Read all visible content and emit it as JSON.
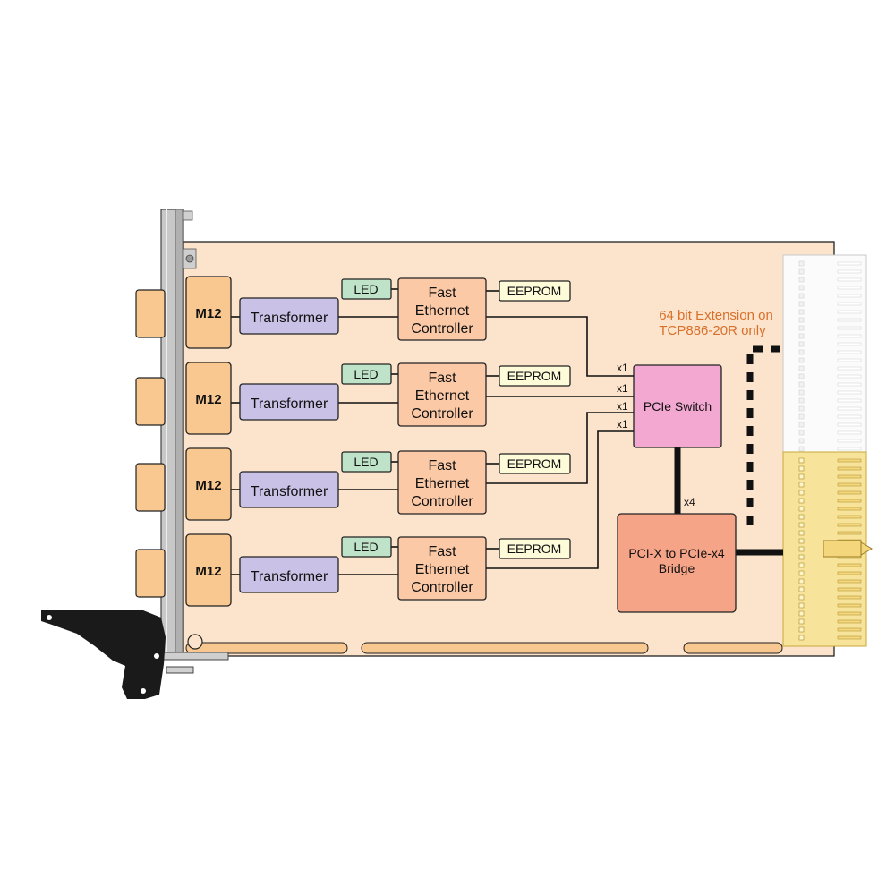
{
  "channels": [
    {
      "m12": "M12",
      "transformer": "Transformer",
      "led": "LED",
      "controller": [
        "Fast",
        "Ethernet",
        "Controller"
      ],
      "eeprom": "EEPROM",
      "link": "x1"
    },
    {
      "m12": "M12",
      "transformer": "Transformer",
      "led": "LED",
      "controller": [
        "Fast",
        "Ethernet",
        "Controller"
      ],
      "eeprom": "EEPROM",
      "link": "x1"
    },
    {
      "m12": "M12",
      "transformer": "Transformer",
      "led": "LED",
      "controller": [
        "Fast",
        "Ethernet",
        "Controller"
      ],
      "eeprom": "EEPROM",
      "link": "x1"
    },
    {
      "m12": "M12",
      "transformer": "Transformer",
      "led": "LED",
      "controller": [
        "Fast",
        "Ethernet",
        "Controller"
      ],
      "eeprom": "EEPROM",
      "link": "x1"
    }
  ],
  "switch": {
    "label": "PCIe Switch"
  },
  "bridge": {
    "lines": [
      "PCI-X to PCIe-x4",
      "Bridge"
    ],
    "link": "x4"
  },
  "note": {
    "lines": [
      "64 bit Extension on",
      "TCP886-20R only"
    ]
  },
  "colors": {
    "board": "#fbe3cc",
    "m12": "#f9c890",
    "transformer": "#c9c2e6",
    "led": "#bfe3c8",
    "controller": "#fbc9a6",
    "eeprom": "#fdfbd8",
    "switch": "#f3a8d2",
    "bridge": "#f5a487",
    "note": "#d9702a",
    "connector_gold": "#f7e39a",
    "panel": "#c8c8c8"
  }
}
